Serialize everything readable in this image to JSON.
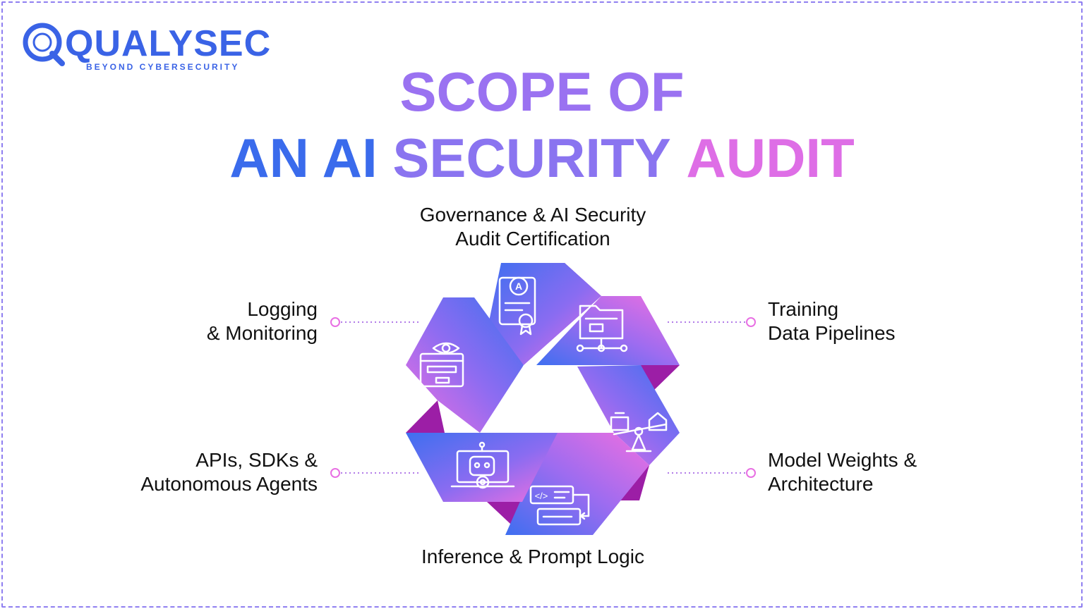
{
  "brand": {
    "name": "QUALYSEC",
    "tagline": "BEYOND CYBERSECURITY",
    "colors": {
      "blue": "#3a63e6",
      "violet": "#a56cf2",
      "pink": "#f06fe0",
      "dark_magenta": "#9e1fa8"
    }
  },
  "title": {
    "line1": [
      {
        "text": "SCOPE OF",
        "color": "#9a72f1"
      }
    ],
    "line2": [
      {
        "text": "AN AI",
        "color": "#3a6bec"
      },
      {
        "text": "SECURITY",
        "color": "#8a74f0"
      },
      {
        "text": "AUDIT",
        "color": "#de6ee6"
      }
    ]
  },
  "scope_items": {
    "top": {
      "lines": [
        "Governance & AI Security",
        "Audit Certification"
      ],
      "icon": "certificate-badge-icon"
    },
    "top_right": {
      "lines": [
        "Training",
        "Data Pipelines"
      ],
      "icon": "folder-network-icon"
    },
    "bottom_right": {
      "lines": [
        "Model Weights &",
        "Architecture"
      ],
      "icon": "balance-scale-icon"
    },
    "bottom": {
      "lines": [
        "Inference & Prompt Logic"
      ],
      "icon": "code-flow-icon"
    },
    "bottom_left": {
      "lines": [
        "APIs, SDKs &",
        "Autonomous Agents"
      ],
      "icon": "robot-laptop-icon"
    },
    "top_left": {
      "lines": [
        "Logging",
        "& Monitoring"
      ],
      "icon": "eye-login-icon"
    }
  },
  "icon_glyph_letter": "A"
}
